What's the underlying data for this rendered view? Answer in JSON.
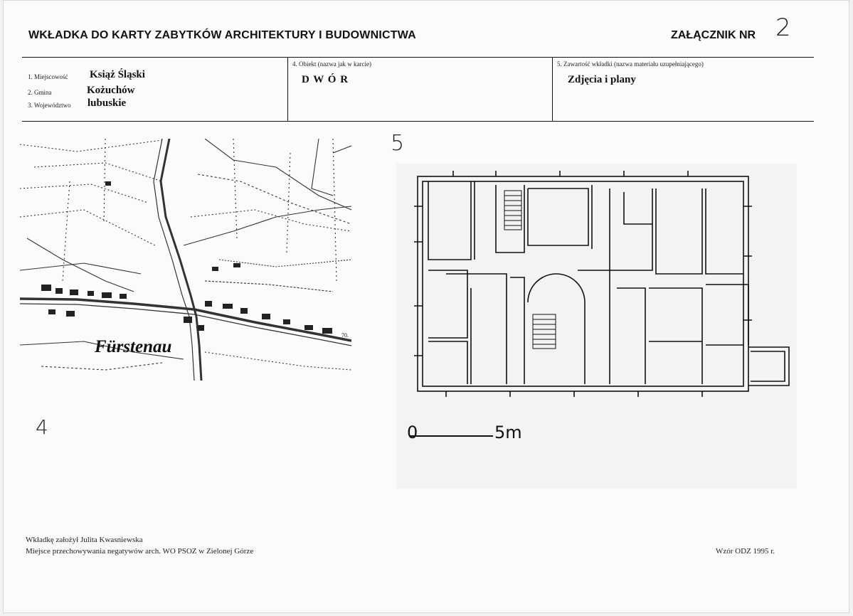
{
  "header": {
    "title": "WKŁADKA DO KARTY ZABYTKÓW ARCHITEKTURY I BUDOWNICTWA",
    "annex_label": "ZAŁĄCZNIK NR",
    "annex_number": "2"
  },
  "fields": {
    "locality_label": "1. Miejscowość",
    "locality_value": "Książ Śląski",
    "commune_label": "2. Gmina",
    "commune_value": "Kożuchów",
    "voivodeship_label": "3. Województwo",
    "voivodeship_value": "lubuskie",
    "object_label": "4. Obiekt (nazwa jak w karcie)",
    "object_value": "D W Ó R",
    "content_label": "5. Zawartość wkładki (nazwa materiału uzupełniającego)",
    "content_value": "Zdjęcia i plany"
  },
  "map": {
    "place_name": "Fürstenau",
    "tag": "70.",
    "number": "4"
  },
  "plan": {
    "number": "5",
    "scale_start": "0",
    "scale_end": "5m"
  },
  "footer": {
    "author": "Wkładkę założył  Julita Kwasniewska",
    "storage": "Miejsce przechowywania   negatywów  arch. WO PSOZ w Zielonej Górze",
    "template": "Wzór ODZ 1995 r."
  }
}
